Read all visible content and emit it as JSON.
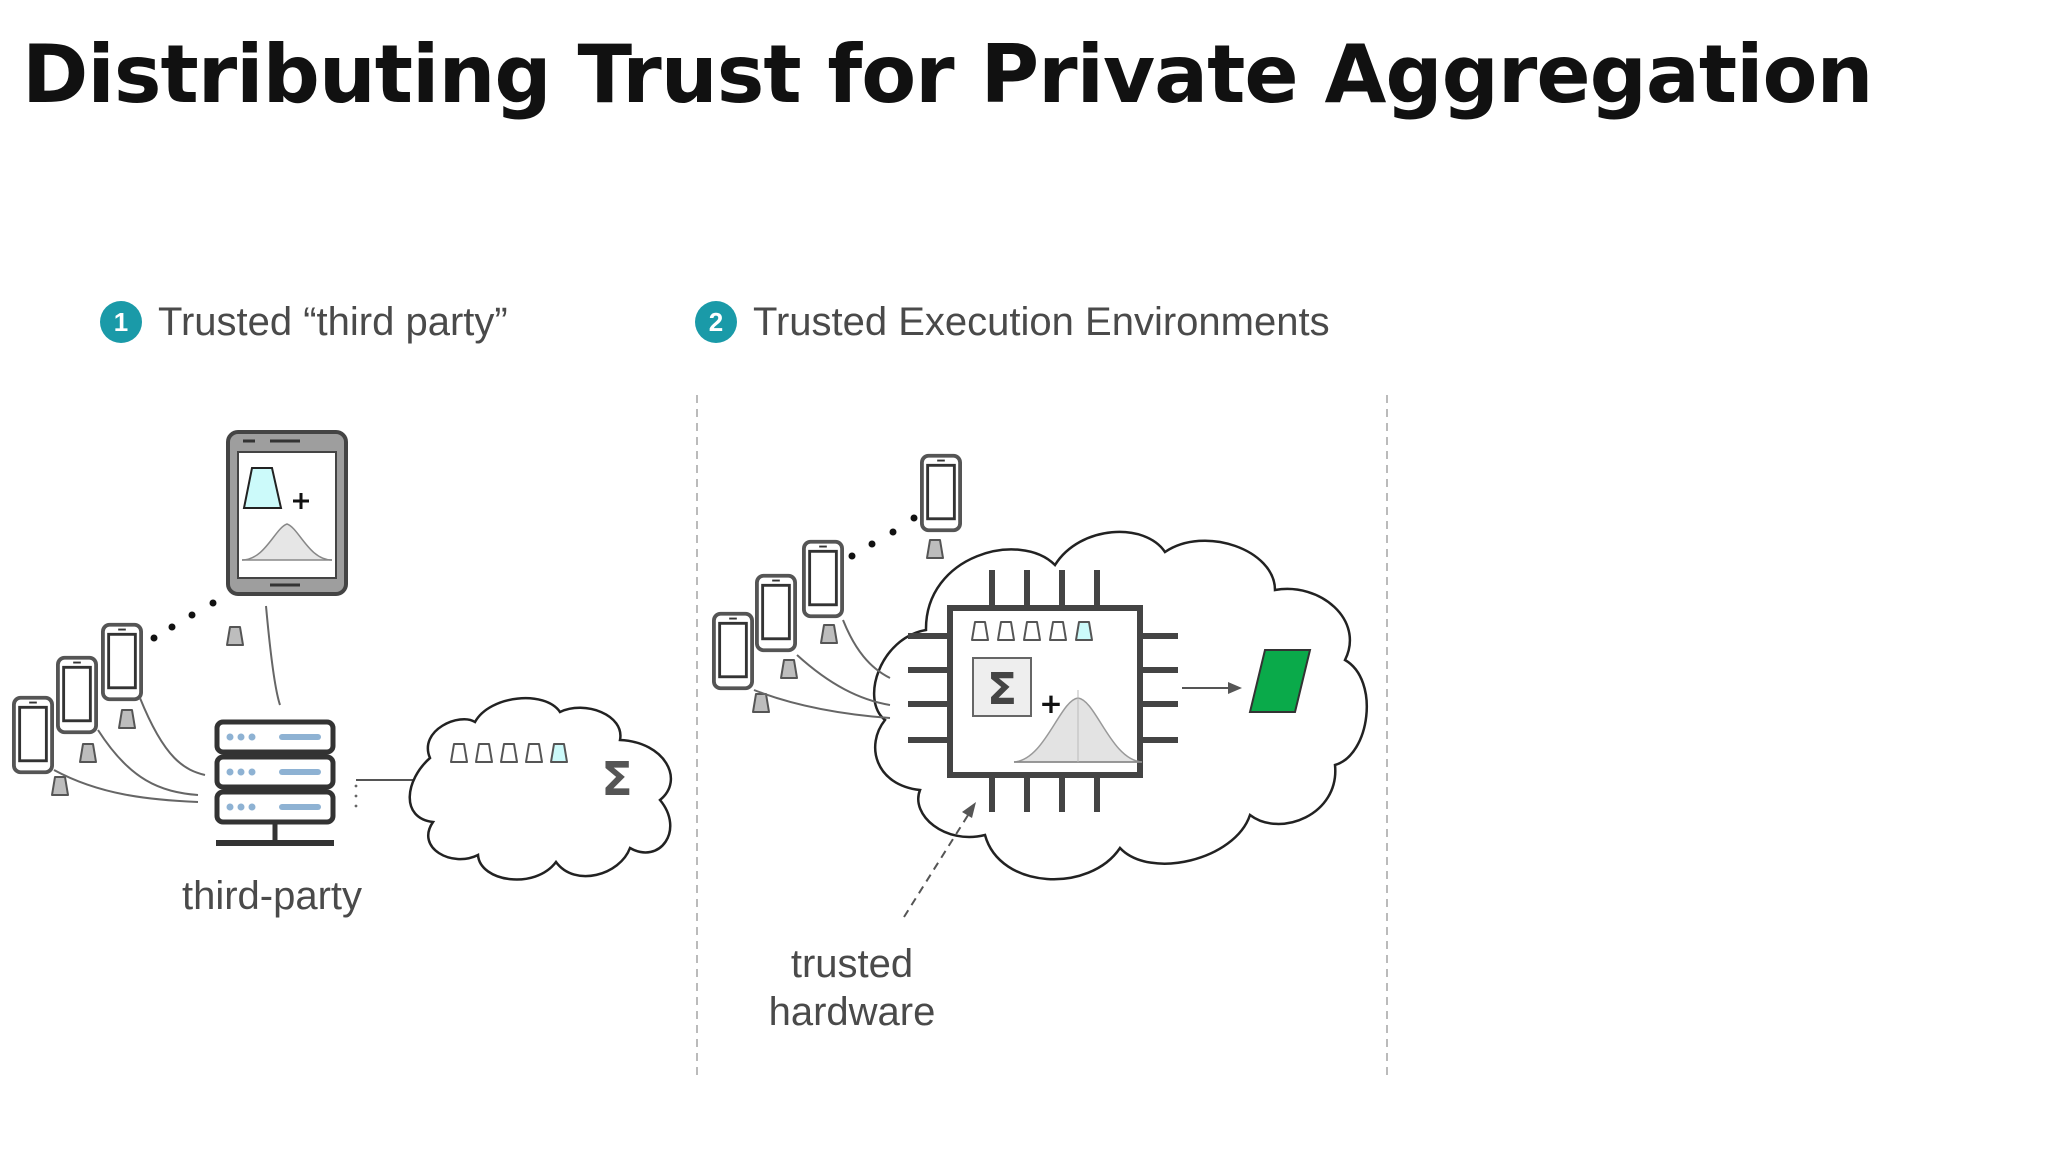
{
  "title": "Distributing Trust for Private Aggregation",
  "sections": [
    {
      "number": "1",
      "label": "Trusted “third party”"
    },
    {
      "number": "2",
      "label": "Trusted Execution Environments"
    }
  ],
  "labels": {
    "third_party": "third-party",
    "trusted_hardware_line1": "trusted",
    "trusted_hardware_line2": "hardware"
  },
  "symbols": {
    "sum": "Σ",
    "plus": "+"
  },
  "colors": {
    "badge": "#1a9aa8",
    "update_fill": "#ccfafa",
    "output": "#0aaa4a",
    "server_bar": "#8eb2d3",
    "outline": "#555555"
  },
  "icons": [
    "phone-icon",
    "tablet-icon",
    "server-icon",
    "cloud-icon",
    "chip-icon",
    "gaussian-icon",
    "sum-icon",
    "update-icon",
    "result-icon"
  ]
}
